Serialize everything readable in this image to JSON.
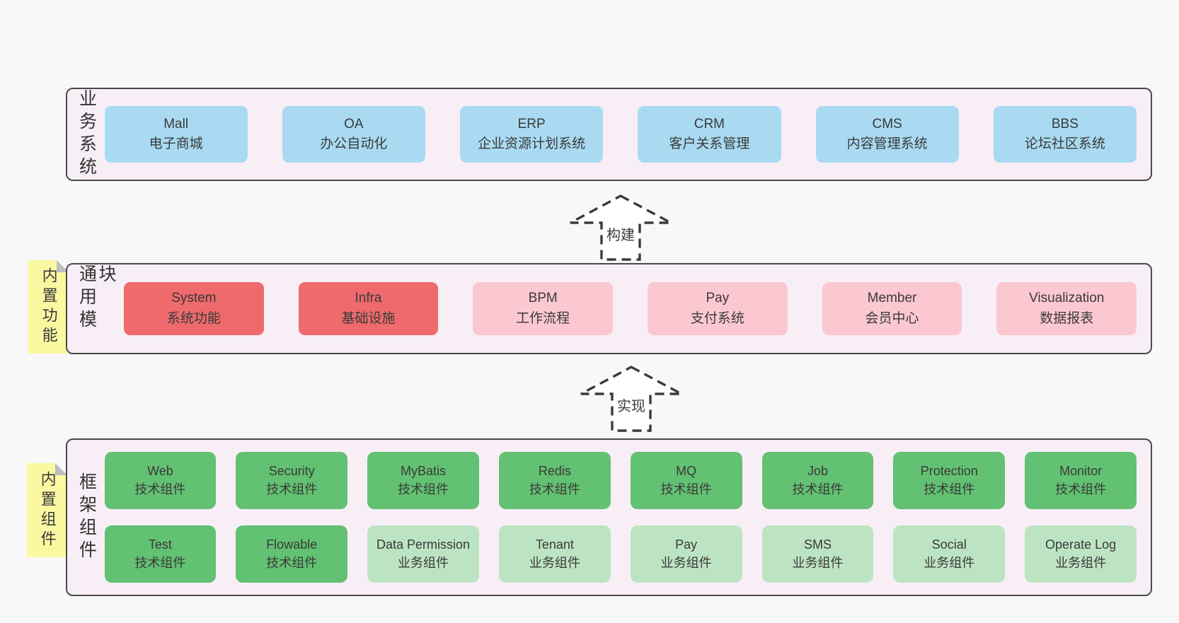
{
  "colors": {
    "page_bg": "#f8f8f8",
    "panel_bg": "#f8eef6",
    "panel_border": "#4a4a4a",
    "blue_box": "#a9daf2",
    "red_box": "#ee6a6c",
    "pink_box": "#fbc7d1",
    "green_box": "#62c172",
    "light_green_box": "#bde4c2",
    "note_yellow": "#fbf8a2",
    "note_fold_gray": "#bdbdbd",
    "text": "#3a3a3a"
  },
  "sections": {
    "business": {
      "label": "业务系统",
      "boxes": [
        {
          "name": "Mall",
          "desc": "电子商城"
        },
        {
          "name": "OA",
          "desc": "办公自动化"
        },
        {
          "name": "ERP",
          "desc": "企业资源计划系统"
        },
        {
          "name": "CRM",
          "desc": "客户关系管理"
        },
        {
          "name": "CMS",
          "desc": "内容管理系统"
        },
        {
          "name": "BBS",
          "desc": "论坛社区系统"
        }
      ]
    },
    "common": {
      "label": "通用模块",
      "note": "内置功能",
      "boxes": [
        {
          "name": "System",
          "desc": "系统功能"
        },
        {
          "name": "Infra",
          "desc": "基础设施"
        },
        {
          "name": "BPM",
          "desc": "工作流程"
        },
        {
          "name": "Pay",
          "desc": "支付系统"
        },
        {
          "name": "Member",
          "desc": "会员中心"
        },
        {
          "name": "Visualization",
          "desc": "数据报表"
        }
      ]
    },
    "framework": {
      "label": "框架组件",
      "note": "内置组件",
      "rows": [
        [
          {
            "name": "Web",
            "desc": "技术组件"
          },
          {
            "name": "Security",
            "desc": "技术组件"
          },
          {
            "name": "MyBatis",
            "desc": "技术组件"
          },
          {
            "name": "Redis",
            "desc": "技术组件"
          },
          {
            "name": "MQ",
            "desc": "技术组件"
          },
          {
            "name": "Job",
            "desc": "技术组件"
          },
          {
            "name": "Protection",
            "desc": "技术组件"
          },
          {
            "name": "Monitor",
            "desc": "技术组件"
          }
        ],
        [
          {
            "name": "Test",
            "desc": "技术组件"
          },
          {
            "name": "Flowable",
            "desc": "技术组件"
          },
          {
            "name": "Data Permission",
            "desc": "业务组件"
          },
          {
            "name": "Tenant",
            "desc": "业务组件"
          },
          {
            "name": "Pay",
            "desc": "业务组件"
          },
          {
            "name": "SMS",
            "desc": "业务组件"
          },
          {
            "name": "Social",
            "desc": "业务组件"
          },
          {
            "name": "Operate Log",
            "desc": "业务组件"
          }
        ]
      ]
    }
  },
  "arrows": [
    {
      "label": "构建"
    },
    {
      "label": "实现"
    }
  ]
}
